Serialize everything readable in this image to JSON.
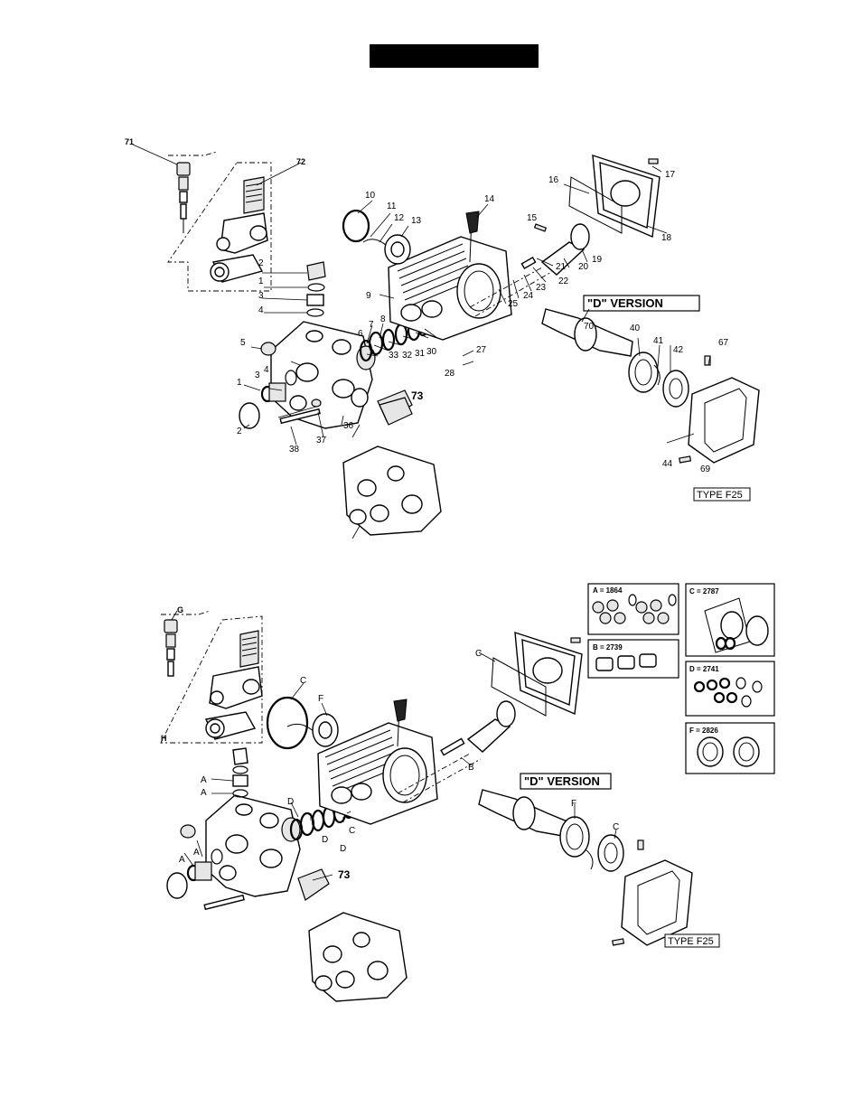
{
  "upper_diagram": {
    "callouts": {
      "c71": "71",
      "c72": "72",
      "c73": "73",
      "c1": "1",
      "c2": "2",
      "c3": "3",
      "c4": "4",
      "c5": "5",
      "c6": "6",
      "c7": "7",
      "c8": "8",
      "c9": "9",
      "c10": "10",
      "c11": "11",
      "c12": "12",
      "c13": "13",
      "c14": "14",
      "c15": "15",
      "c16": "16",
      "c17": "17",
      "c18": "18",
      "c19": "19",
      "c20": "20",
      "c21": "21",
      "c22": "22",
      "c23": "23",
      "c24": "24",
      "c25": "25",
      "c27": "27",
      "c28": "28",
      "c30": "30",
      "c31": "31",
      "c32": "32",
      "c33": "33",
      "c36": "36",
      "c37": "37",
      "c38": "38",
      "c40": "40",
      "c41": "41",
      "c42": "42",
      "c44": "44",
      "c67": "67",
      "c69": "69",
      "c70": "70",
      "c1b": "1",
      "c2b": "2",
      "c3b": "3",
      "c4b": "4"
    },
    "version_label": "\"D\" VERSION",
    "type_label": "TYPE F25"
  },
  "lower_diagram": {
    "callouts": {
      "g": "G",
      "h": "H",
      "a1": "A",
      "a2": "A",
      "a3": "A",
      "a4": "A",
      "b": "B",
      "c1": "C",
      "c2": "C",
      "c3": "C",
      "c4": "C",
      "d1": "D",
      "d2": "D",
      "d3": "D",
      "f1": "F",
      "f2": "F",
      "c73": "73"
    },
    "version_label": "\"D\" VERSION",
    "type_label": "TYPE F25",
    "kits": {
      "a": "A = 1864",
      "b": "B = 2739",
      "c": "C = 2787",
      "d": "D = 2741",
      "f": "F = 2826"
    }
  }
}
